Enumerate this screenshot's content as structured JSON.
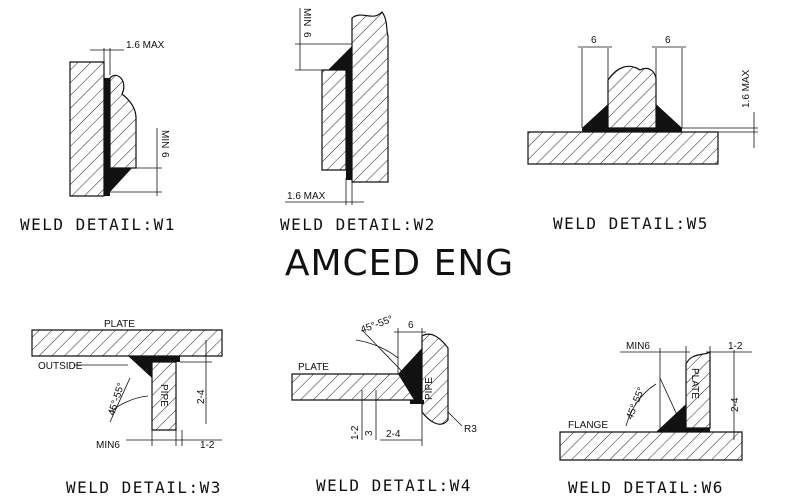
{
  "title": "AMCED ENG",
  "captions": {
    "w1": "WELD DETAIL:W1",
    "w2": "WELD DETAIL:W2",
    "w5": "WELD DETAIL:W5",
    "w3": "WELD DETAIL:W3",
    "w4": "WELD DETAIL:W4",
    "w6": "WELD DETAIL:W6"
  },
  "labels": {
    "w1_gap": "1.6 MAX",
    "w1_min": "MIN",
    "w1_size": "6",
    "w2_min": "MIN",
    "w2_size": "6",
    "w2_gap": "1.6 MAX",
    "w5_left": "6",
    "w5_right": "6",
    "w5_gap": "1.6 MAX",
    "w3_plate": "PLATE",
    "w3_outside": "OUTSIDE",
    "w3_angle": "45°-55°",
    "w3_pipe": "PIPE",
    "w3_24": "2-4",
    "w3_min": "MIN6",
    "w3_12": "1-2",
    "w4_angle": "45°-55°",
    "w4_size": "6",
    "w4_plate": "PLATE",
    "w4_pipe": "PIPE",
    "w4_12": "1-2",
    "w4_3": "3",
    "w4_24": "2-4",
    "w4_r3": "R3",
    "w6_min": "MIN6",
    "w6_12": "1-2",
    "w6_angle": "45°-55°",
    "w6_plate": "PLATE",
    "w6_24": "2-4",
    "w6_flange": "FLANGE"
  }
}
